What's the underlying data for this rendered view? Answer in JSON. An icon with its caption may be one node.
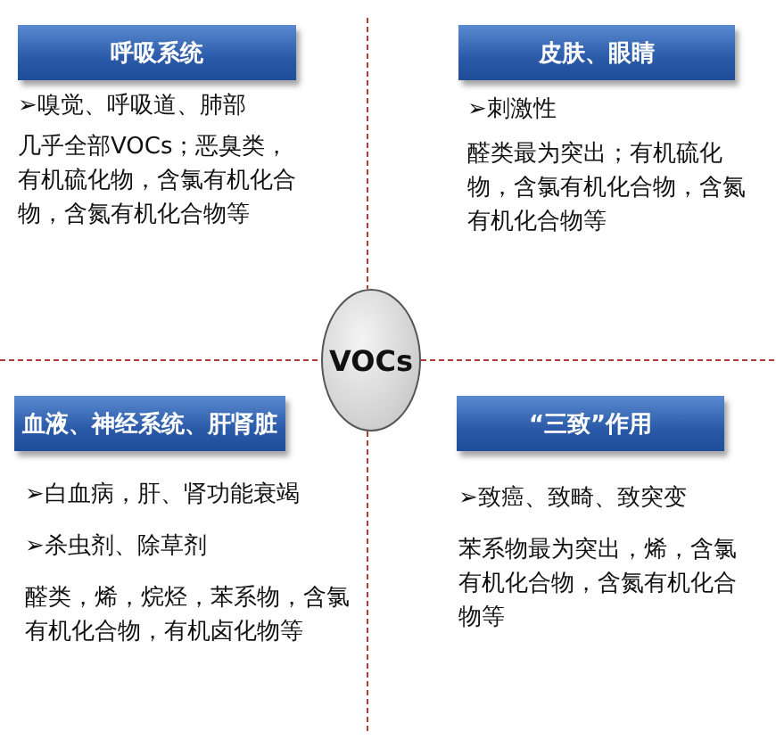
{
  "diagram": {
    "nodes": [
      {
        "text": [
          "呼吸系统"
        ],
        "beside": [
          "➢嗅觉、呼吸道、肺部",
          "几乎全部VOCs；恶臭类，有机硫化物，含氯有机化合物，含氮有机化合物等"
        ]
      },
      {
        "text": [
          "皮肤、眼睛"
        ],
        "beside": [
          "➢刺激性",
          "醛类最为突出；有机硫化物，含氯有机化合物，含氮有机化合物等"
        ]
      },
      {
        "text": [
          "VOCs"
        ]
      },
      {
        "text": [
          "血液、神经系统、肝肾脏"
        ],
        "beside": [
          "➢白血病，肝、肾功能衰竭",
          "➢杀虫剂、除草剂",
          "醛类，烯，烷烃，苯系物，含氯有机化合物，有机卤化物等"
        ]
      },
      {
        "text": [
          "“三致”作用"
        ],
        "beside": [
          "➢致癌、致畸、致突变",
          "苯系物最为突出，烯，含氯有机化合物，含氮有机化合物等"
        ]
      }
    ]
  }
}
